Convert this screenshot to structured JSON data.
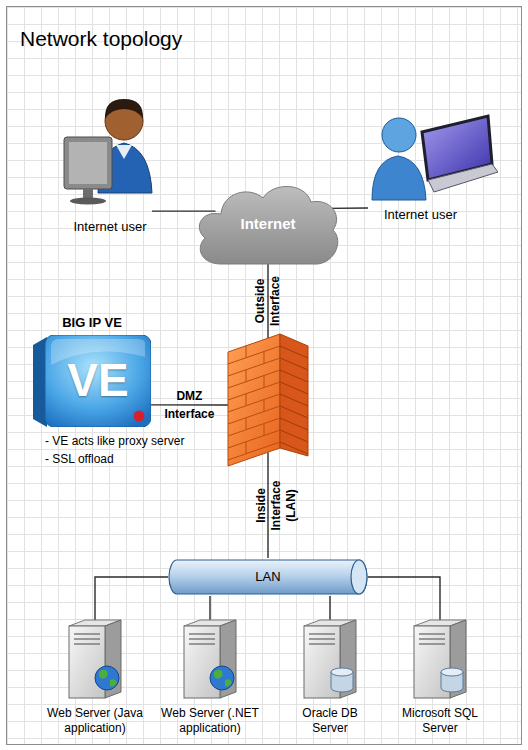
{
  "diagram": {
    "title": "Network topology",
    "nodes": [
      {
        "text": [
          "Internet user"
        ]
      },
      {
        "text": [
          "Internet"
        ]
      },
      {
        "text": [
          "Internet user"
        ]
      },
      {
        "text": [
          "BIG IP VE",
          "VE",
          "- VE acts like proxy server",
          "- SSL offload"
        ]
      },
      {
        "text": []
      },
      {
        "text": [
          "LAN"
        ]
      },
      {
        "text": [
          "Web Server (Java application)"
        ]
      },
      {
        "text": [
          "Web Server (.NET application)"
        ]
      },
      {
        "text": [
          "Oracle DB Server"
        ]
      },
      {
        "text": [
          "Microsoft SQL Server"
        ]
      }
    ],
    "edges": [
      {
        "from": 0,
        "to": 1,
        "arrow": "none"
      },
      {
        "from": 2,
        "to": 1,
        "arrow": "none"
      },
      {
        "from": 1,
        "to": 4,
        "label": "Outside Interface",
        "arrow": "none"
      },
      {
        "from": 3,
        "to": 4,
        "label": "DMZ Interface",
        "arrow": "none"
      },
      {
        "from": 4,
        "to": 5,
        "label": "Inside Interface (LAN)",
        "arrow": "none"
      },
      {
        "from": 5,
        "to": 6,
        "arrow": "none"
      },
      {
        "from": 5,
        "to": 7,
        "arrow": "none"
      },
      {
        "from": 5,
        "to": 8,
        "arrow": "none"
      },
      {
        "from": 5,
        "to": 9,
        "arrow": "none"
      }
    ]
  }
}
